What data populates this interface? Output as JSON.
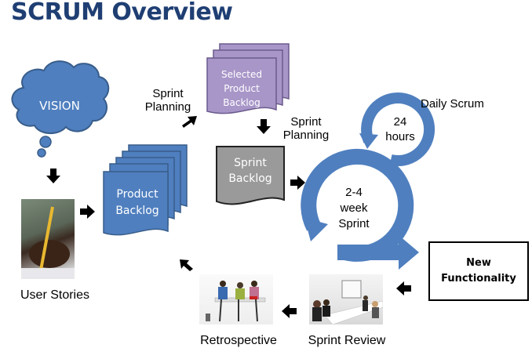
{
  "title": "SCRUM Overview",
  "colors": {
    "title": "#1f3f73",
    "blue_shape": "#4f7fbf",
    "blue_border": "#385d8a",
    "purple_shape": "#a896c8",
    "gray_shape": "#9a9a9a",
    "arrow": "#000000"
  },
  "nodes": {
    "vision": {
      "label": "VISION",
      "shape": "cloud"
    },
    "user_stories": {
      "label": "User Stories",
      "image": "hand-writing-with-pencil"
    },
    "product_backlog": {
      "label_line1": "Product",
      "label_line2": "Backlog",
      "shape": "stacked-documents"
    },
    "sprint_planning_1": {
      "line1": "Sprint",
      "line2": "Planning"
    },
    "selected_product_backlog": {
      "line1": "Selected",
      "line2": "Product",
      "line3": "Backlog",
      "shape": "stacked-documents"
    },
    "sprint_planning_2": {
      "line1": "Sprint",
      "line2": "Planning"
    },
    "sprint_backlog": {
      "line1": "Sprint",
      "line2": "Backlog",
      "shape": "document"
    },
    "daily_scrum": {
      "label": "Daily Scrum",
      "cycle_line1": "24",
      "cycle_line2": "hours"
    },
    "sprint_cycle": {
      "line1": "2-4",
      "line2": "week",
      "line3": "Sprint"
    },
    "new_functionality": {
      "line1": "New",
      "line2": "Functionality"
    },
    "sprint_review": {
      "label": "Sprint Review",
      "image": "meeting-room-presentation"
    },
    "retrospective": {
      "label": "Retrospective",
      "image": "team-around-table"
    }
  }
}
